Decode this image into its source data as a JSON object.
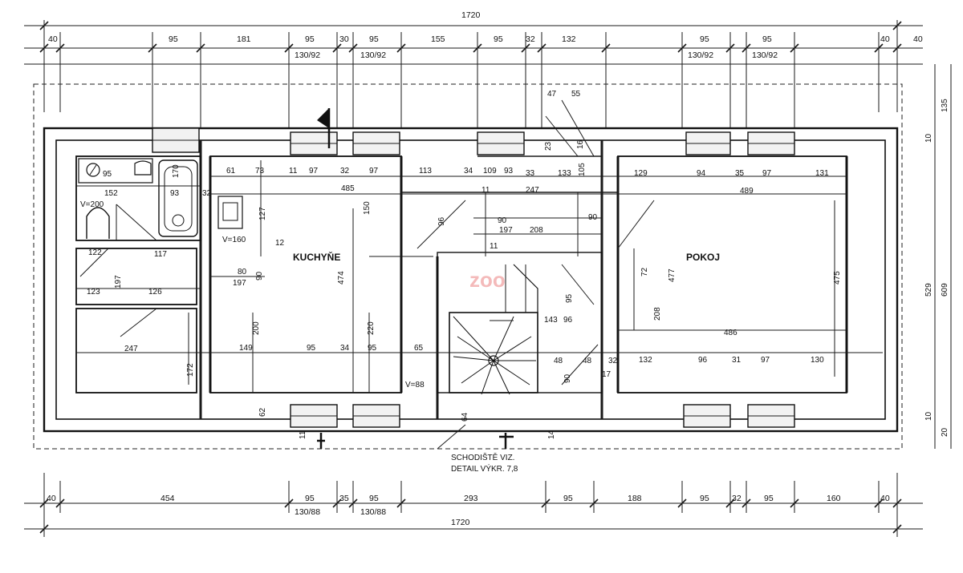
{
  "rooms": {
    "kitchen": "KUCHYŇE",
    "room": "POKOJ"
  },
  "overall": {
    "top": "1720",
    "bottom": "1720"
  },
  "top_dims": [
    "40",
    "95",
    "181",
    "95",
    "30",
    "95",
    "155",
    "95",
    "32",
    "132",
    "95",
    "95",
    "40",
    "40"
  ],
  "top_sub_dims": [
    "130/92",
    "130/92",
    "130/92",
    "130/92"
  ],
  "bottom_dims": [
    "40",
    "454",
    "95",
    "35",
    "95",
    "293",
    "95",
    "188",
    "95",
    "32",
    "95",
    "160",
    "40"
  ],
  "bottom_sub_dims": [
    "130/88",
    "130/88"
  ],
  "left_interior": [
    "95",
    "170",
    "152",
    "93",
    "32",
    "V=200",
    "122",
    "117",
    "123",
    "197",
    "126",
    "247",
    "172"
  ],
  "kitchen_dims": [
    "61",
    "73",
    "11",
    "97",
    "32",
    "485",
    "97",
    "113",
    "34",
    "127",
    "V=160",
    "150",
    "12",
    "80",
    "197",
    "90",
    "474",
    "200",
    "220",
    "149",
    "95",
    "34",
    "95",
    "65",
    "V=88",
    "62",
    "11"
  ],
  "middle_dims": [
    "109",
    "93",
    "33",
    "133",
    "105",
    "11",
    "247",
    "96",
    "90",
    "197",
    "208",
    "11",
    "47",
    "55",
    "23",
    "16",
    "90",
    "95",
    "143",
    "96",
    "48",
    "48",
    "32",
    "64",
    "17",
    "14",
    "90"
  ],
  "room_dims": [
    "129",
    "94",
    "35",
    "97",
    "131",
    "489",
    "72",
    "477",
    "475",
    "208",
    "486",
    "132",
    "96",
    "31",
    "97",
    "130"
  ],
  "right_side": [
    "135",
    "10",
    "529",
    "609",
    "10",
    "20"
  ],
  "stair_note": {
    "line1": "SCHODIŠTĚ  VIZ.",
    "line2": "DETAIL  VÝKR.  7,8"
  },
  "watermark": "zoo"
}
